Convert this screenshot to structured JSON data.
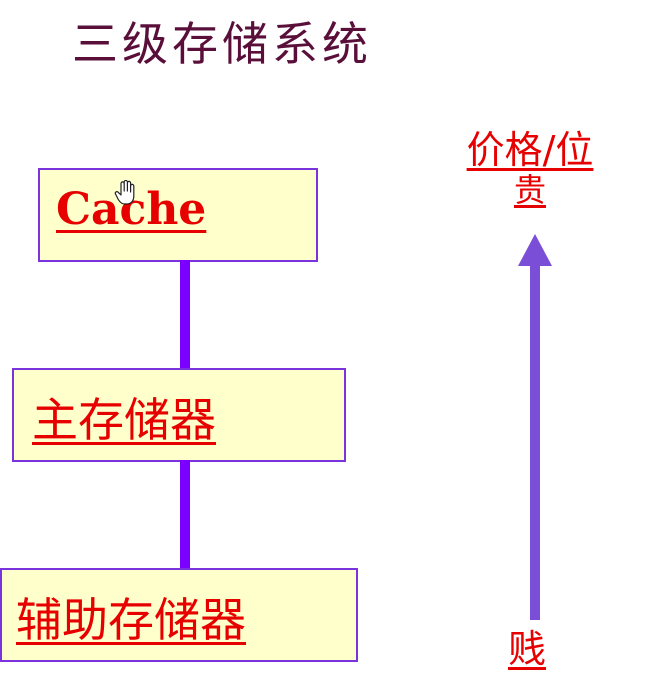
{
  "title": "三级存储系统",
  "hierarchy": [
    {
      "id": "cache",
      "label": "Cache"
    },
    {
      "id": "main",
      "label": "主存储器"
    },
    {
      "id": "aux",
      "label": "辅助存储器"
    }
  ],
  "scale": {
    "top_label_line1": "价格/位",
    "top_label_line2": "贵",
    "bottom_label": "贱"
  },
  "colors": {
    "title": "#5a0f3a",
    "box_fill": "#ffffcc",
    "box_border": "#7a33dd",
    "label_text": "#e60000",
    "connector": "#7a00ff",
    "arrow": "#7a4ed6"
  },
  "icons": {
    "cursor": "hand-cursor-icon",
    "arrow": "up-arrow-icon"
  }
}
